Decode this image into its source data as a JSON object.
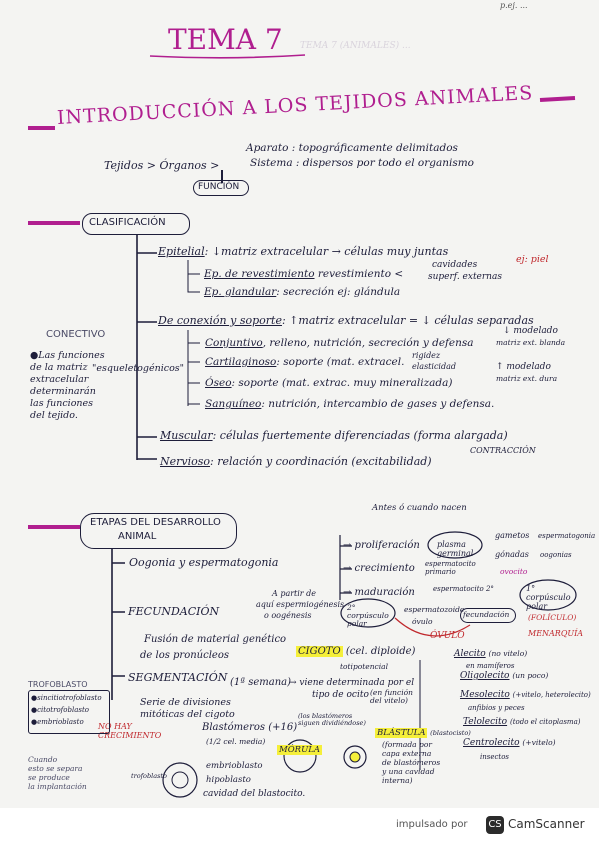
{
  "page": {
    "top_scribble": "p.ej. ...",
    "tema": "TEMA 7",
    "title": "INTRODUCCIÓN A LOS TEJIDOS ANIMALES",
    "faint_bg": "TEMA 7 (ANIMALES) ..."
  },
  "intro": {
    "tejidos": "Tejidos > Órganos >",
    "aparato": "Aparato : topográficamente delimitados",
    "sistema": "Sistema : dispersos por todo el organismo",
    "funcion": "FUNCIÓN"
  },
  "clasificacion": {
    "label": "CLASIFICACIÓN",
    "epitelial": "Epitelial",
    "epitelial_desc": ": ↓matriz extracelular → células muy juntas",
    "ep_rev": "Ep. de revestimiento",
    "ep_rev_desc": "revestimiento <",
    "cavidades": "cavidades",
    "superf": "superf. externas",
    "ej_piel": "ej: piel",
    "ep_gland": "Ep. glandular",
    "ep_gland_desc": ": secreción ej: glándula",
    "conexion": "De conexión y soporte",
    "conexion_desc": ": ↑matriz extracelular = ↓ células separadas",
    "conectivo": "CONECTIVO",
    "conectivo_note_1": "●Las funciones",
    "conectivo_note_2": "de la matriz",
    "conectivo_note_3": "extracelular",
    "conectivo_note_4": "determinarán",
    "conectivo_note_5": "las funciones",
    "conectivo_note_6": "del tejido.",
    "esqueletogenicos": "\"esqueletogénicos\"",
    "conjuntivo": "Conjuntivo",
    "conjuntivo_desc": ", relleno, nutrición, secreción y defensa",
    "cartilaginoso": "Cartilaginoso",
    "cartilaginoso_desc": ": soporte (mat. extracel.",
    "rigidez": "rigidez",
    "elasticidad": "elasticidad",
    "oseo": "Óseo",
    "oseo_desc": ": soporte (mat. extrac. muy mineralizada)",
    "sanguineo": "Sanguíneo",
    "sanguineo_desc": ": nutrición, intercambio de gases y defensa.",
    "modelado_1": "↓ modelado",
    "modelado_1b": "matriz ext. blanda",
    "modelado_2": "↑ modelado",
    "modelado_2b": "matriz ext. dura",
    "muscular": "Muscular",
    "muscular_desc": ": células fuertemente diferenciadas (forma alargada)",
    "contraccion": "CONTRACCIÓN",
    "nervioso": "Nervioso",
    "nervioso_desc": ": relación y coordinación (excitabilidad)"
  },
  "etapas": {
    "label_1": "ETAPAS DEL DESARROLLO",
    "label_2": "ANIMAL",
    "oogonia": "Oogonia y espermatogonia",
    "antes_cuando": "Antes ó cuando nacen",
    "proliferacion": "→ proliferación",
    "crecimiento": "→ crecimiento",
    "maduracion": "→ maduración",
    "plasma_germinal": "plasma germinal",
    "gametos": "gametos",
    "gonadas": "gónadas",
    "espermatogonia": "espermatogonia",
    "oogonias": "oogonias",
    "esp_primario": "espermatocito primario",
    "ovocito": "ovocito",
    "esp_2": "espermatocito 2°",
    "corpusculo": "1° corpúsculo polar",
    "folicuo": "(FOLÍCULO)",
    "menarquia": "MENARQUÍA",
    "a_partir": "A partir de",
    "aqui": "aquí espermiogénesis",
    "ogenesis": "o oogénesis",
    "corp_2": "2° corpúsculo polar",
    "esp_ovulo": "espermatozoide",
    "ovulo_small": "óvulo",
    "ovulo": "ÓVULO",
    "fecundacion_box": "fecundación",
    "fecundacion": "FECUNDACIÓN",
    "fusion_1": "Fusión de material genético",
    "fusion_2": "de los pronúcleos",
    "cigoto": "CIGOTO",
    "cigoto_desc": "(cel. diploide)",
    "totipotencial": "totipotencial",
    "segmentacion": "SEGMENTACIÓN",
    "semana": "(1ª semana)",
    "viene_1": "→ viene determinada por el",
    "viene_2": "tipo de ocito",
    "viene_3": "(en función del vitelo)",
    "serie_1": "Serie de divisiones",
    "serie_2": "mitóticas del cigoto",
    "no_hay": "NO HAY CRECIMIENTO",
    "blastomeros": "Blastómeros (+16)",
    "media": "(1/2 cel. media)",
    "morula": "MÓRULA",
    "blastomeros_note": "(los blastómeros siguen dividiéndose)",
    "blastula": "BLÁSTULA",
    "blastula_note": "(blastocisto)",
    "blastula_desc_1": "(formada por",
    "blastula_desc_2": "capa externa",
    "blastula_desc_3": "de blastómeros",
    "blastula_desc_4": "y una cavidad",
    "blastula_desc_5": "interna)",
    "alecito": "Alecito",
    "alecito_desc": "(no vitelo)",
    "alecito_sub": "en mamíferos",
    "oligolecito": "Oligolecito",
    "oligolecito_desc": "(un poco)",
    "mesolecito": "Mesolecito",
    "mesolecito_desc": "(+vitelo, heterolecito)",
    "mesolecito_sub": "anfibios y peces",
    "telolecito": "Telolecito",
    "telolecito_desc": "(todo el citoplasma)",
    "centrolecito": "Centrolecito",
    "centrolecito_desc": "(+vitelo)",
    "insectos": "insectos",
    "trofoblasto": "TROFOBLASTO",
    "troph_1": "●sincitiotrofoblasto",
    "troph_2": "●citotrofoblasto",
    "troph_3": "●embrioblasto",
    "bottom_left_1": "Cuando",
    "bottom_left_2": "esto se separa",
    "bottom_left_3": "se produce",
    "bottom_left_4": "la implantación",
    "trofoblasto_small": "trofoblasto",
    "embrioblasto": "embrioblasto",
    "hipoblasto": "hipoblasto",
    "cavidad": "cavidad del blastocito."
  },
  "footer": {
    "impulsado": "impulsado por",
    "brand": "CamScanner"
  },
  "colors": {
    "accent": "#b01e8f",
    "ink": "#1d1d3a",
    "highlight_pink": "#f2a6d6",
    "highlight_yellow": "#f5ef3a"
  }
}
